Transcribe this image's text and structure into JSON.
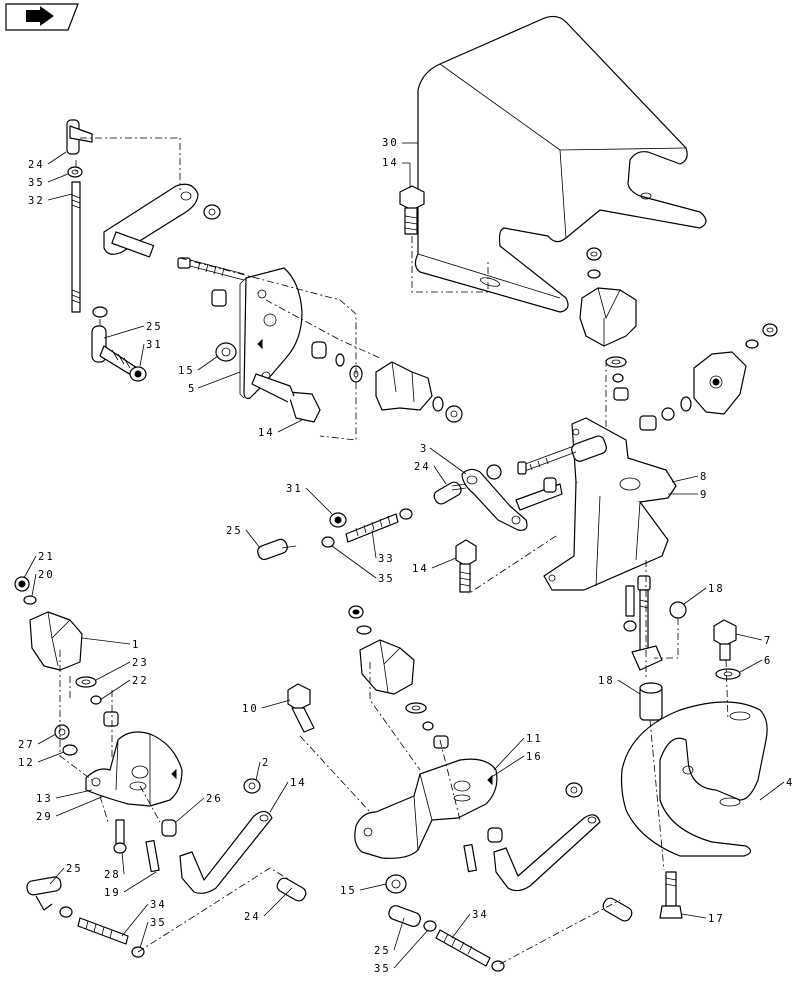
{
  "icons": {
    "nav": "next-page-arrow-icon"
  },
  "labels": [
    {
      "id": "c30",
      "text": "30"
    },
    {
      "id": "c14a",
      "text": "14"
    },
    {
      "id": "c24a",
      "text": "24"
    },
    {
      "id": "c35a",
      "text": "35"
    },
    {
      "id": "c32",
      "text": "32"
    },
    {
      "id": "c25a",
      "text": "25"
    },
    {
      "id": "c31a",
      "text": "31"
    },
    {
      "id": "c15a",
      "text": "15"
    },
    {
      "id": "c5",
      "text": "5"
    },
    {
      "id": "c14b",
      "text": "14"
    },
    {
      "id": "c3",
      "text": "3"
    },
    {
      "id": "c24b",
      "text": "24"
    },
    {
      "id": "c8",
      "text": "8"
    },
    {
      "id": "c9",
      "text": "9"
    },
    {
      "id": "c31b",
      "text": "31"
    },
    {
      "id": "c25b",
      "text": "25"
    },
    {
      "id": "c33",
      "text": "33"
    },
    {
      "id": "c35b",
      "text": "35"
    },
    {
      "id": "c14c",
      "text": "14"
    },
    {
      "id": "c18a",
      "text": "18"
    },
    {
      "id": "c7",
      "text": "7"
    },
    {
      "id": "c6",
      "text": "6"
    },
    {
      "id": "c21",
      "text": "21"
    },
    {
      "id": "c20",
      "text": "20"
    },
    {
      "id": "c1",
      "text": "1"
    },
    {
      "id": "c23",
      "text": "23"
    },
    {
      "id": "c22",
      "text": "22"
    },
    {
      "id": "c18b",
      "text": "18"
    },
    {
      "id": "c27",
      "text": "27"
    },
    {
      "id": "c12",
      "text": "12"
    },
    {
      "id": "c13",
      "text": "13"
    },
    {
      "id": "c29",
      "text": "29"
    },
    {
      "id": "c26",
      "text": "26"
    },
    {
      "id": "c2",
      "text": "2"
    },
    {
      "id": "c14d",
      "text": "14"
    },
    {
      "id": "c10",
      "text": "10"
    },
    {
      "id": "c11",
      "text": "11"
    },
    {
      "id": "c16",
      "text": "16"
    },
    {
      "id": "c4",
      "text": "4"
    },
    {
      "id": "c28",
      "text": "28"
    },
    {
      "id": "c19",
      "text": "19"
    },
    {
      "id": "c25c",
      "text": "25"
    },
    {
      "id": "c34a",
      "text": "34"
    },
    {
      "id": "c35c",
      "text": "35"
    },
    {
      "id": "c24c",
      "text": "24"
    },
    {
      "id": "c15b",
      "text": "15"
    },
    {
      "id": "c25d",
      "text": "25"
    },
    {
      "id": "c35d",
      "text": "35"
    },
    {
      "id": "c34b",
      "text": "34"
    },
    {
      "id": "c17",
      "text": "17"
    }
  ]
}
